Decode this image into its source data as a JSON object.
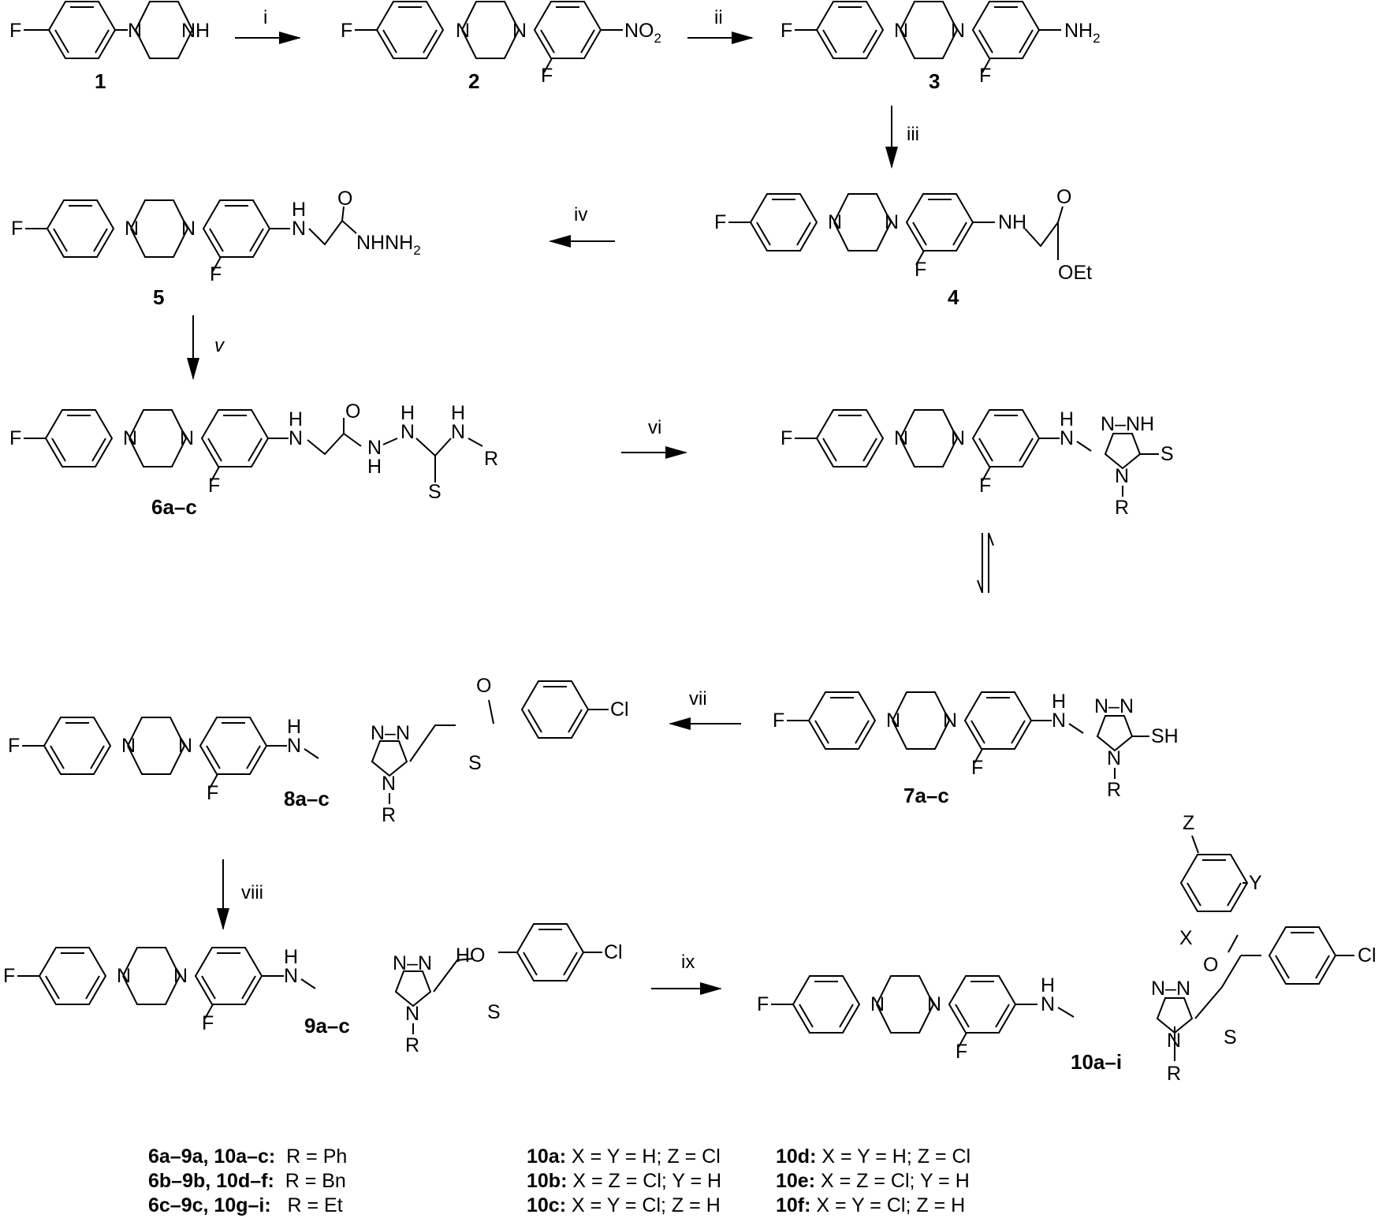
{
  "scheme": {
    "compounds": [
      {
        "id": "c1",
        "label": "1",
        "substituents": [
          "F",
          "N",
          "NH"
        ]
      },
      {
        "id": "c2",
        "label": "2",
        "substituents": [
          "F",
          "N",
          "N",
          "NO2",
          "F"
        ]
      },
      {
        "id": "c3",
        "label": "3",
        "substituents": [
          "F",
          "N",
          "N",
          "NH2",
          "F"
        ]
      },
      {
        "id": "c4",
        "label": "4",
        "substituents": [
          "F",
          "N",
          "N",
          "NH",
          "O",
          "OEt",
          "F"
        ]
      },
      {
        "id": "c5",
        "label": "5",
        "substituents": [
          "F",
          "N",
          "N",
          "H",
          "N",
          "O",
          "NHNH2",
          "F"
        ]
      },
      {
        "id": "c6",
        "label": "6a–c",
        "substituents": [
          "F",
          "N",
          "N",
          "H",
          "N",
          "O",
          "H",
          "N",
          "N",
          "H",
          "H",
          "N",
          "R",
          "S",
          "F"
        ]
      },
      {
        "id": "c7t",
        "label": "",
        "substituents": [
          "F",
          "N",
          "N",
          "H",
          "N",
          "N–NH",
          "N",
          "R",
          "S",
          "F"
        ]
      },
      {
        "id": "c7",
        "label": "7a–c",
        "substituents": [
          "F",
          "N",
          "N",
          "H",
          "N",
          "N–N",
          "N",
          "R",
          "SH",
          "F"
        ]
      },
      {
        "id": "c8",
        "label": "8a–c",
        "substituents": [
          "F",
          "N",
          "N",
          "H",
          "N",
          "N–N",
          "N",
          "R",
          "S",
          "O",
          "Cl",
          "F"
        ]
      },
      {
        "id": "c9",
        "label": "9a–c",
        "substituents": [
          "F",
          "N",
          "N",
          "H",
          "N",
          "N–N",
          "N",
          "R",
          "S",
          "HO",
          "Cl",
          "F"
        ]
      },
      {
        "id": "c10",
        "label": "10a–i",
        "substituents": [
          "F",
          "N",
          "N",
          "H",
          "N",
          "N–N",
          "N",
          "R",
          "S",
          "O",
          "Cl",
          "Z",
          "Y",
          "X",
          "F"
        ]
      }
    ],
    "steps": [
      {
        "id": "i",
        "label": "i"
      },
      {
        "id": "ii",
        "label": "ii"
      },
      {
        "id": "iii",
        "label": "iii"
      },
      {
        "id": "iv",
        "label": "iv"
      },
      {
        "id": "v",
        "label": "v"
      },
      {
        "id": "vi",
        "label": "vi"
      },
      {
        "id": "vii",
        "label": "vii"
      },
      {
        "id": "viii",
        "label": "viii"
      },
      {
        "id": "ix",
        "label": "ix"
      }
    ]
  },
  "legend": {
    "r_groups": [
      {
        "compounds": "6a–9a, 10a–c:",
        "value": "R = Ph"
      },
      {
        "compounds": "6b–9b, 10d–f:",
        "value": "R = Bn"
      },
      {
        "compounds": "6c–9c, 10g–i:",
        "value": "R = Et"
      }
    ],
    "xyz_col1": [
      {
        "compound": "10a:",
        "value": "X = Y = H; Z = Cl"
      },
      {
        "compound": "10b:",
        "value": "X = Z = Cl; Y = H"
      },
      {
        "compound": "10c:",
        "value": "X = Y = Cl; Z = H"
      }
    ],
    "xyz_col2": [
      {
        "compound": "10d:",
        "value": "X = Y = H; Z = Cl"
      },
      {
        "compound": "10e:",
        "value": "X = Z = Cl; Y = H"
      },
      {
        "compound": "10f:",
        "value": "X = Y = Cl; Z = H"
      }
    ]
  }
}
